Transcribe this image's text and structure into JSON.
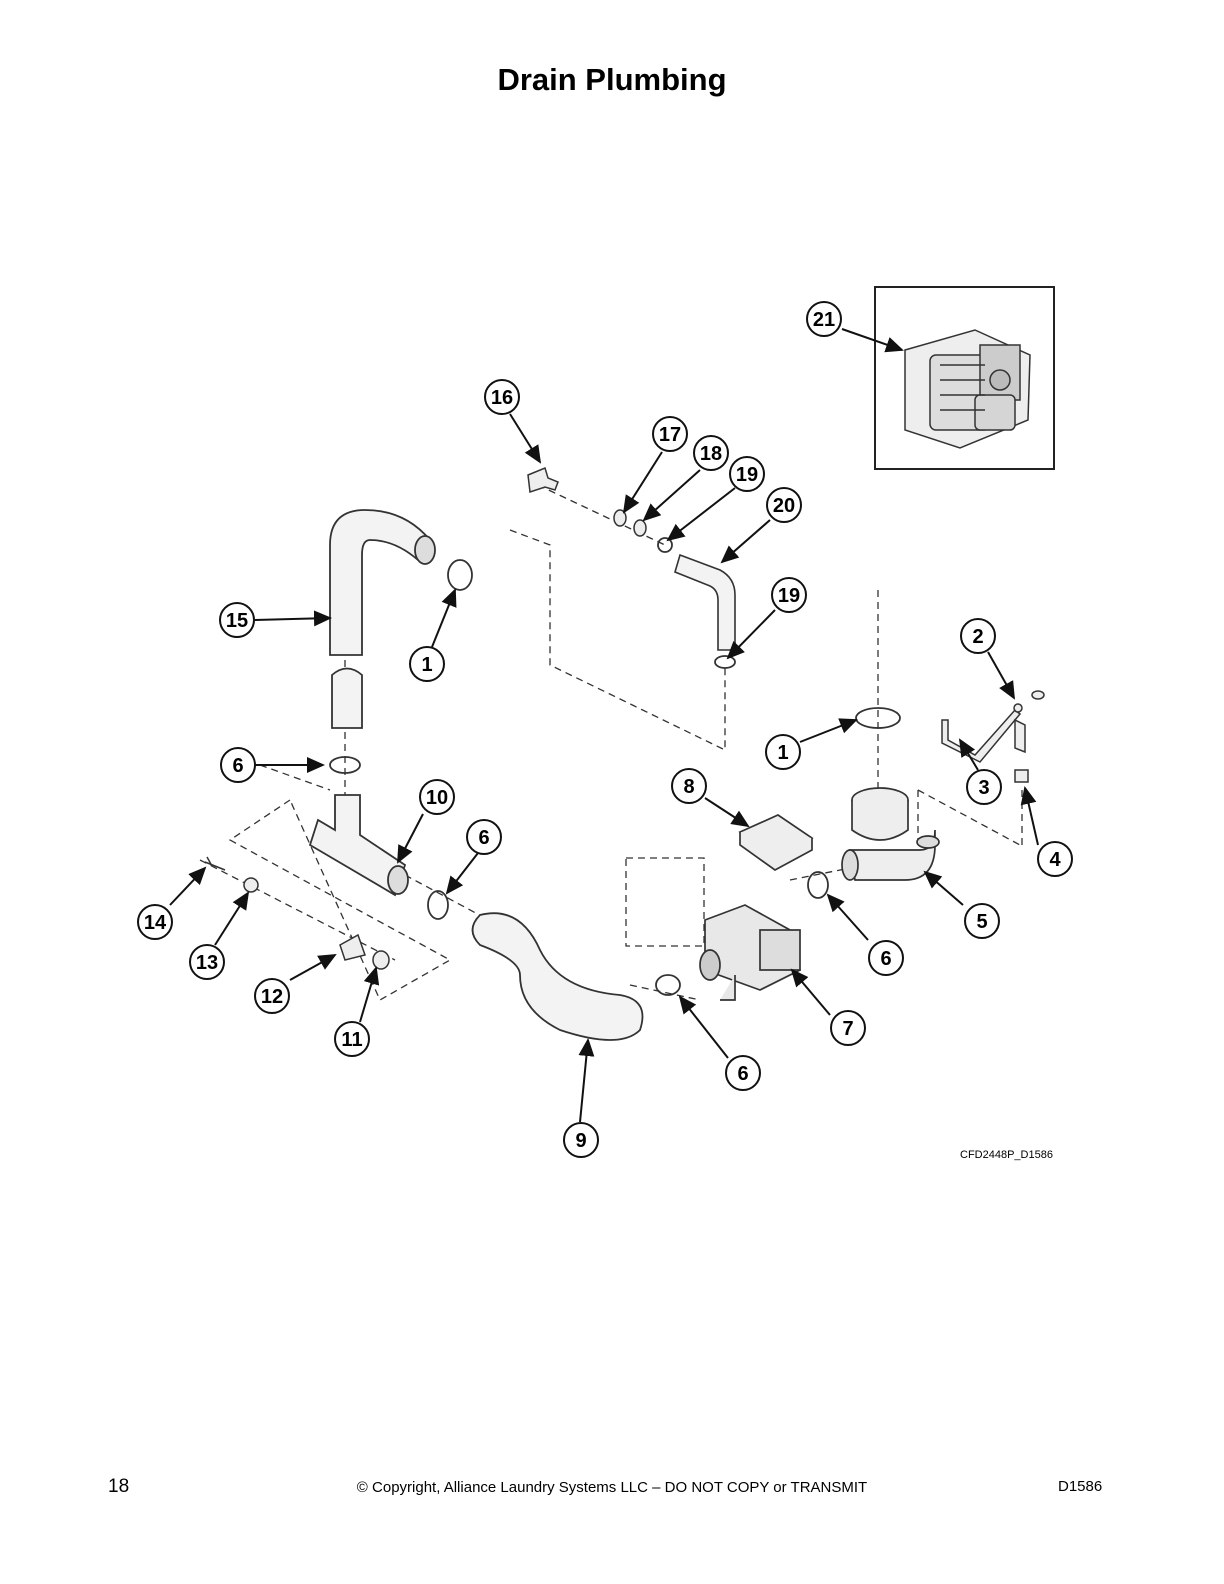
{
  "page": {
    "title": "Drain Plumbing",
    "page_number": "18",
    "copyright": "© Copyright, Alliance Laundry Systems LLC – DO NOT COPY or TRANSMIT",
    "doc_id": "D1586"
  },
  "figure": {
    "code": "CFD2448P_D1586",
    "callouts": [
      "21",
      "16",
      "17",
      "18",
      "19",
      "20",
      "15",
      "1",
      "19",
      "2",
      "1",
      "3",
      "4",
      "6",
      "10",
      "8",
      "6",
      "5",
      "14",
      "13",
      "6",
      "12",
      "7",
      "11",
      "6",
      "9"
    ]
  }
}
